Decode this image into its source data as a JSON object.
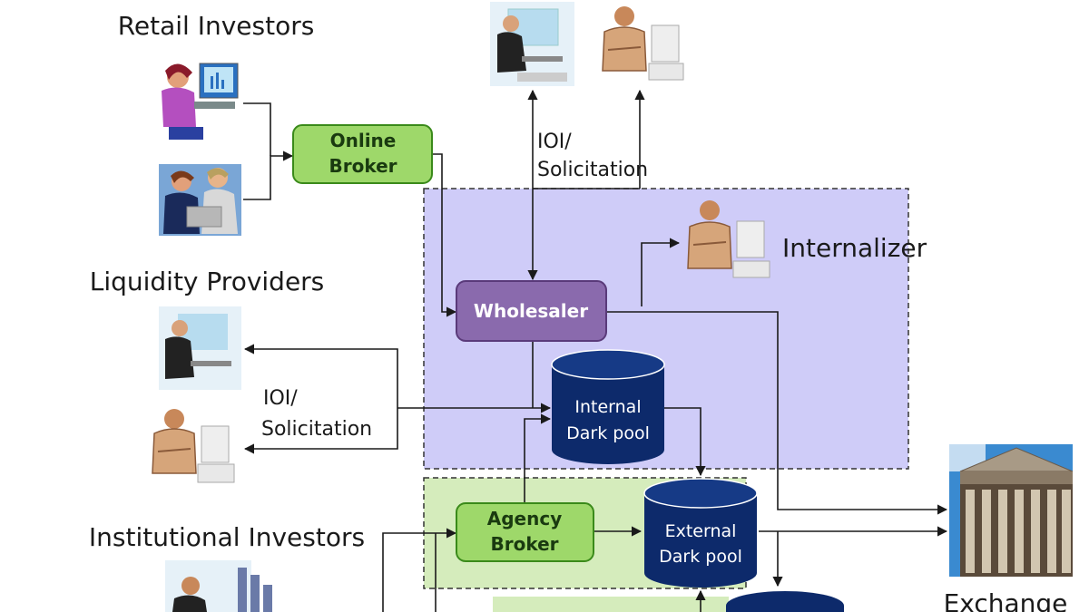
{
  "labels": {
    "retail_investors": "Retail Investors",
    "liquidity_providers": "Liquidity Providers",
    "institutional_investors": "Institutional Investors",
    "internalizer": "Internalizer",
    "exchange": "Exchange",
    "ioi_top_line1": "IOI/",
    "ioi_top_line2": "Solicitation",
    "ioi_left_line1": "IOI/",
    "ioi_left_line2": "Solicitation"
  },
  "boxes": {
    "online_broker_line1": "Online",
    "online_broker_line2": "Broker",
    "wholesaler": "Wholesaler",
    "agency_broker_line1": "Agency",
    "agency_broker_line2": "Broker"
  },
  "pools": {
    "internal_line1": "Internal",
    "internal_line2": "Dark pool",
    "external_line1": "External",
    "external_line2": "Dark pool"
  },
  "colors": {
    "internalizer_region": "#cfccf8",
    "agency_region": "#d5ecbc",
    "green_box": "#9ed86a",
    "green_box_border": "#3a8a1a",
    "wholesaler_box": "#8a6aad",
    "pool": "#0d2a6b",
    "line": "#1a1a1a"
  }
}
